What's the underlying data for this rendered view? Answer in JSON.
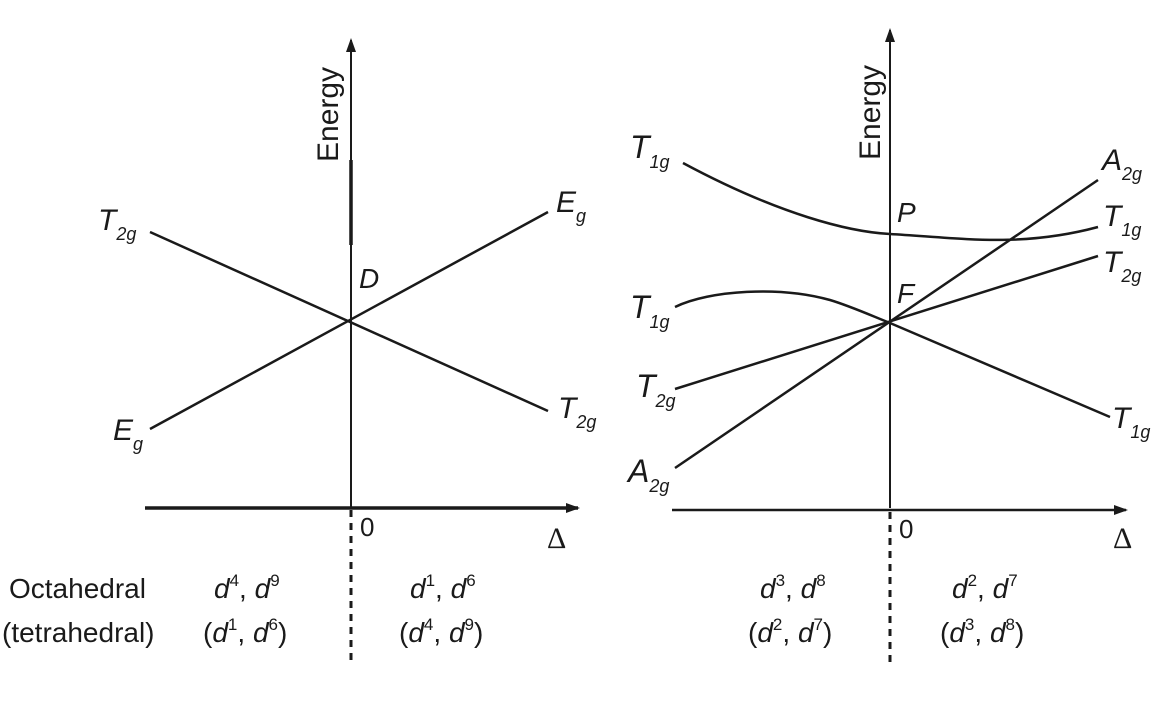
{
  "left": {
    "y_axis_label": "Energy",
    "x_axis_label": "Δ",
    "origin_label": "0",
    "center_term": "D",
    "levels": {
      "t2g_left": {
        "base": "T",
        "sub": "2g"
      },
      "eg_right": {
        "base": "E",
        "sub": "g"
      },
      "eg_left": {
        "base": "E",
        "sub": "g"
      },
      "t2g_right": {
        "base": "T",
        "sub": "2g"
      }
    }
  },
  "right": {
    "y_axis_label": "Energy",
    "x_axis_label": "Δ",
    "origin_label": "0",
    "term_p": "P",
    "term_f": "F",
    "levels": {
      "t1g_top_left": {
        "base": "T",
        "sub": "1g"
      },
      "t1g_mid_left": {
        "base": "T",
        "sub": "1g"
      },
      "t2g_left": {
        "base": "T",
        "sub": "2g"
      },
      "a2g_left": {
        "base": "A",
        "sub": "2g"
      },
      "a2g_right": {
        "base": "A",
        "sub": "2g"
      },
      "t1g_upper_right": {
        "base": "T",
        "sub": "1g"
      },
      "t2g_right": {
        "base": "T",
        "sub": "2g"
      },
      "t1g_lower_right": {
        "base": "T",
        "sub": "1g"
      }
    }
  },
  "captions": {
    "octahedral": "Octahedral",
    "tetrahedral": "(tetrahedral)",
    "d": "d",
    "comma": ", ",
    "open": "(",
    "close": ")",
    "left_neg": {
      "oct": [
        "4",
        "9"
      ],
      "tet": [
        "1",
        "6"
      ]
    },
    "left_pos": {
      "oct": [
        "1",
        "6"
      ],
      "tet": [
        "4",
        "9"
      ]
    },
    "right_neg": {
      "oct": [
        "3",
        "8"
      ],
      "tet": [
        "2",
        "7"
      ]
    },
    "right_pos": {
      "oct": [
        "2",
        "7"
      ],
      "tet": [
        "3",
        "8"
      ]
    }
  }
}
